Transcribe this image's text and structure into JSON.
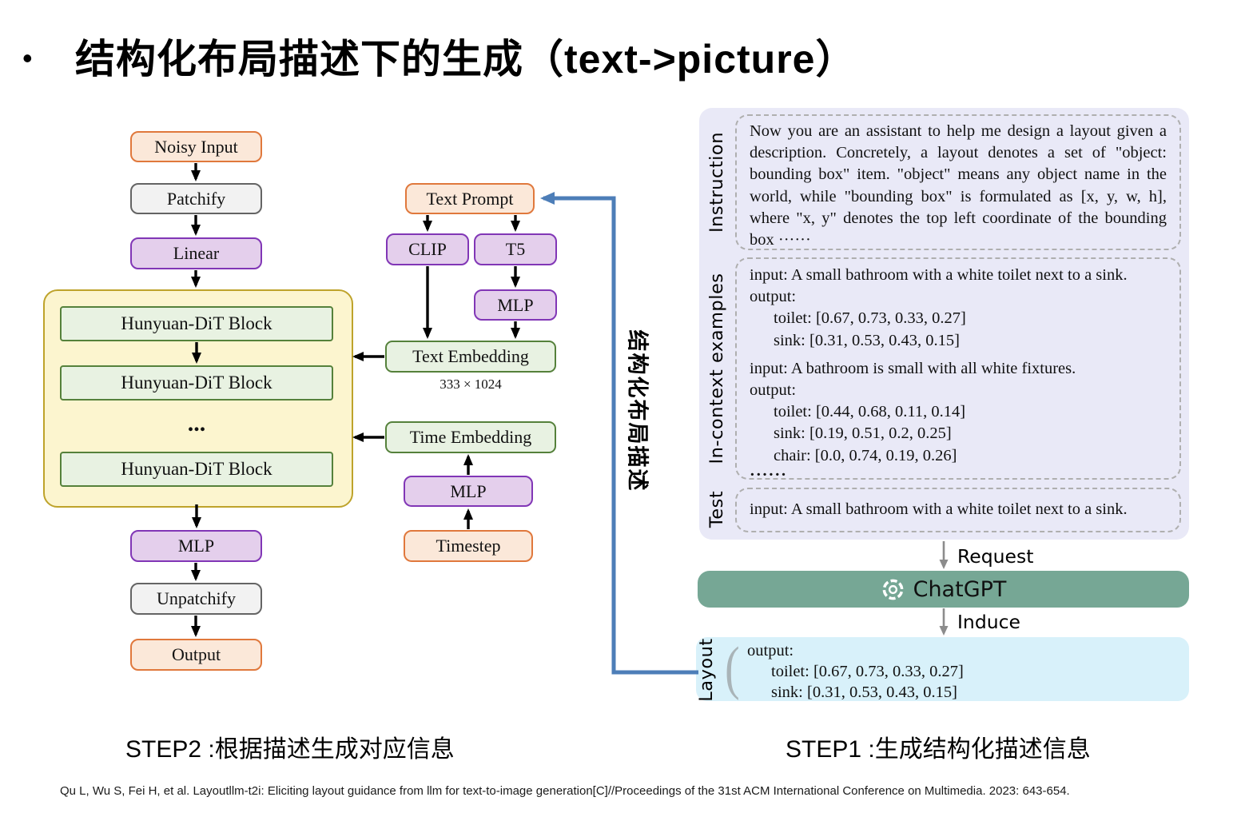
{
  "title": {
    "bullet": "•",
    "text": "结构化布局描述下的生成（text->picture）"
  },
  "colors": {
    "orange_fill": "#FBE8D9",
    "orange_border": "#E0783C",
    "gray_fill": "#F2F2F2",
    "gray_border": "#646464",
    "purple_fill": "#E4CFEC",
    "purple_border": "#8136B6",
    "yellow_fill": "#FCF5CF",
    "yellow_border": "#BEA32B",
    "green_fill": "#E8F2E2",
    "green_border": "#55813B",
    "panel_bg": "#E9E9F7",
    "chatgpt_bar": "#76A795",
    "layout_bg": "#D8F1FA",
    "blue_arrow": "#4D7EB8"
  },
  "left_flow": {
    "noisy_input": "Noisy Input",
    "patchify": "Patchify",
    "linear": "Linear",
    "dit_block_1": "Hunyuan-DiT Block",
    "dit_block_2": "Hunyuan-DiT Block",
    "dit_ellipsis": "...",
    "dit_block_3": "Hunyuan-DiT Block",
    "mlp": "MLP",
    "unpatchify": "Unpatchify",
    "output": "Output"
  },
  "mid_flow": {
    "text_prompt": "Text Prompt",
    "clip": "CLIP",
    "t5": "T5",
    "mlp_t5": "MLP",
    "text_embedding": "Text Embedding",
    "text_embedding_dim": "333 × 1024",
    "time_embedding": "Time Embedding",
    "mlp_time": "MLP",
    "timestep": "Timestep"
  },
  "feedback_label": "结构化布局描述",
  "panel": {
    "instruction": {
      "label": "Instruction",
      "text": "Now you are an assistant to help me design a layout given a description. Concretely, a layout denotes a set of \"object: bounding box\" item. \"object\" means any object name in the world, while \"bounding box\" is formulated as [x, y, w, h], where \"x, y\" denotes the top left coordinate of the bounding box ······"
    },
    "incontext": {
      "label": "In-context examples",
      "lines": [
        {
          "text": "input: A small bathroom with a white toilet next to a sink."
        },
        {
          "text": "output:"
        },
        {
          "text": "toilet: [0.67, 0.73, 0.33, 0.27]"
        },
        {
          "text": "sink: [0.31, 0.53, 0.43, 0.15]"
        },
        {
          "text": "input: A bathroom is small with all white fixtures."
        },
        {
          "text": "output:"
        },
        {
          "text": "toilet: [0.44, 0.68, 0.11, 0.14]"
        },
        {
          "text": "sink: [0.19, 0.51, 0.2, 0.25]"
        },
        {
          "text": "chair: [0.0, 0.74, 0.19, 0.26]"
        },
        {
          "text": "······"
        }
      ]
    },
    "test": {
      "label": "Test",
      "text": "input: A small bathroom with a white toilet next to a sink."
    }
  },
  "request_label": "Request",
  "chatgpt_label": "ChatGPT",
  "induce_label": "Induce",
  "layout_output": {
    "label": "Layout",
    "lines": [
      {
        "text": "output:"
      },
      {
        "text": "toilet: [0.67, 0.73, 0.33, 0.27]"
      },
      {
        "text": "sink: [0.31, 0.53, 0.43, 0.15]"
      }
    ]
  },
  "steps": {
    "step2": "STEP2 :根据描述生成对应信息",
    "step1": "STEP1 :生成结构化描述信息"
  },
  "citation": "Qu L, Wu S, Fei H, et al. Layoutllm-t2i: Eliciting layout guidance from llm for text-to-image generation[C]//Proceedings of the 31st ACM International Conference on Multimedia. 2023: 643-654."
}
